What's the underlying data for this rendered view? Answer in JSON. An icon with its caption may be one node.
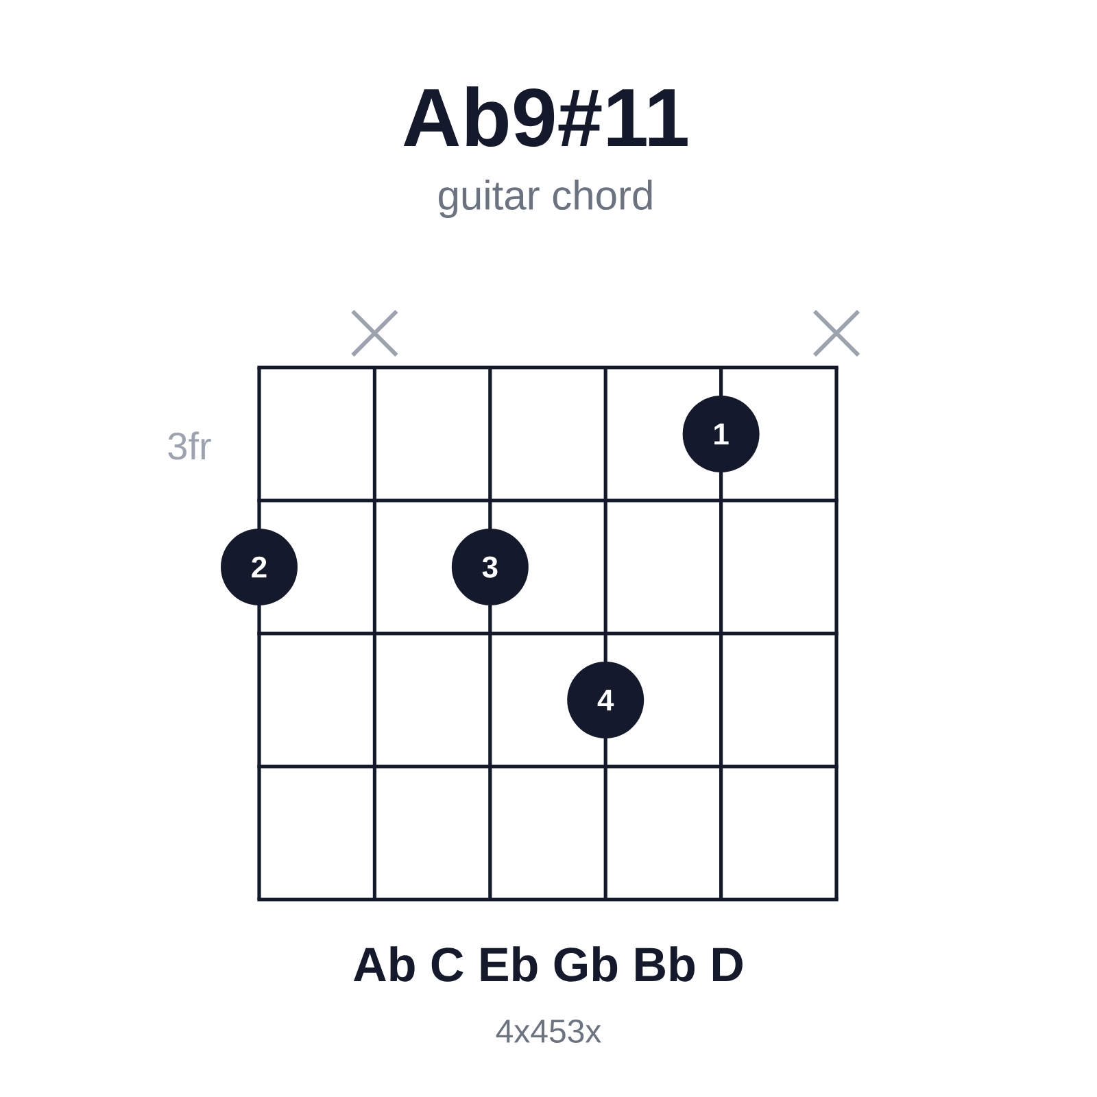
{
  "diagram": {
    "title": "Ab9#11",
    "nodes": [
      {
        "text": [
          "1"
        ]
      },
      {
        "text": [
          "2"
        ]
      },
      {
        "text": [
          "3"
        ]
      },
      {
        "text": [
          "4"
        ]
      }
    ],
    "labels": [
      "guitar chord",
      "3fr",
      "Ab C Eb Gb Bb D",
      "4x453x"
    ]
  }
}
